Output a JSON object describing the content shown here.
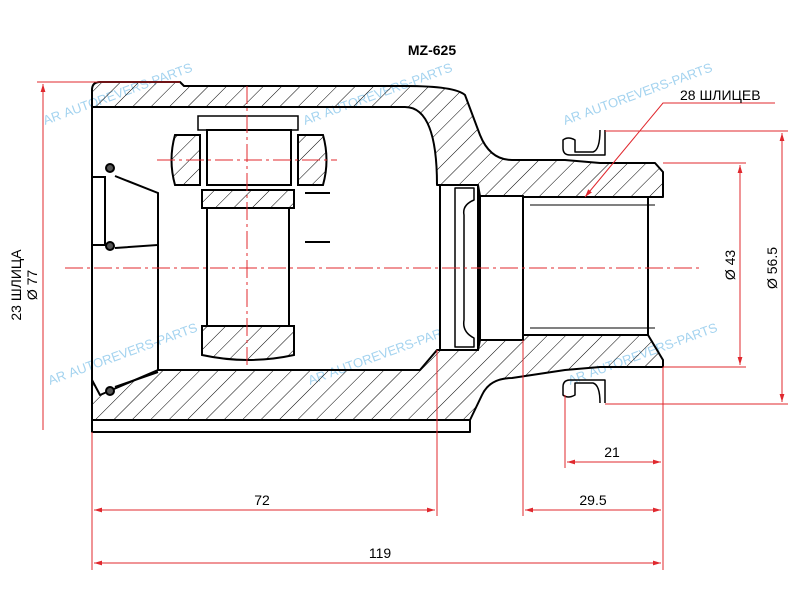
{
  "title": "MZ-625",
  "notes": {
    "inner_splines": "23 ШЛИЦА",
    "inner_diameter": "Ø 77",
    "outer_splines": "28 ШЛИЦЕВ"
  },
  "dimensions": {
    "shaft_bore_diameter": "Ø 43",
    "shaft_seal_diameter": "Ø 56.5",
    "seal_to_end": "21",
    "stem_length": "29.5",
    "body_depth": "72",
    "total_length": "119"
  },
  "watermark": {
    "logo": "AR",
    "text": "AUTOREVERS-PARTS"
  },
  "colors": {
    "outline": "#000000",
    "dimension": "#e0282e",
    "watermark": "#8ec9ec"
  }
}
